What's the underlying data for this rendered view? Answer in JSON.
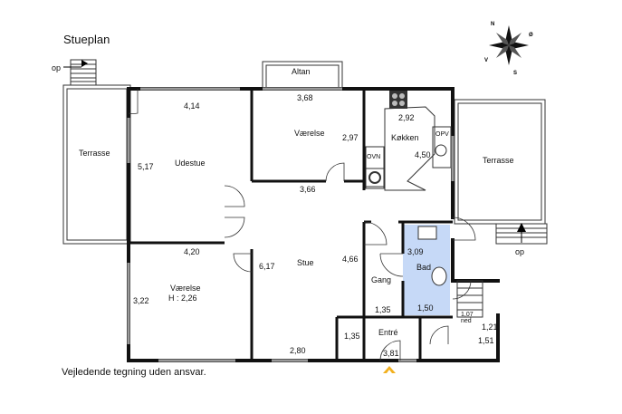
{
  "title": "Stueplan",
  "footer": "Vejledende tegning uden ansvar.",
  "compass": {
    "n": "N",
    "o": "Ø",
    "v": "V",
    "s": "S"
  },
  "rooms": {
    "terrasse_left": "Terrasse",
    "udestue": "Udestue",
    "altan": "Altan",
    "vaerelse_top": "Værelse",
    "kokken": "Køkken",
    "terrasse_right": "Terrasse",
    "vaerelse_bottom": "Værelse",
    "vaerelse_bottom_height": "H : 2,26",
    "stue": "Stue",
    "bad": "Bad",
    "gang": "Gang",
    "entre": "Entré",
    "ovn": "OVN",
    "opv": "OPV"
  },
  "stairs": {
    "op_left": "op",
    "op_right": "op",
    "ned": "ned"
  },
  "dimensions": {
    "udestue_w": "4,14",
    "udestue_h": "5,17",
    "vaerelse_top_w": "3,68",
    "vaerelse_top_h": "2,97",
    "vaerelse_top_w2": "3,66",
    "kokken_w": "2,92",
    "kokken_h": "4,50",
    "vaerelse_bottom_w": "4,20",
    "vaerelse_bottom_h": "3,22",
    "stue_h_left": "6,17",
    "stue_h_right": "4,66",
    "stue_w": "2,80",
    "bad_w": "3,09",
    "bad_h": "1,50",
    "gang_w": "1,35",
    "entre_h": "1,35",
    "entre_w": "3,81",
    "stair_w": "1,07",
    "stair_d1": "1,21",
    "stair_d2": "1,51"
  },
  "colors": {
    "bathroom_fill": "#c6d9f7",
    "window": "#8a8a8a",
    "entrance_arrow": "#f2b01e"
  }
}
